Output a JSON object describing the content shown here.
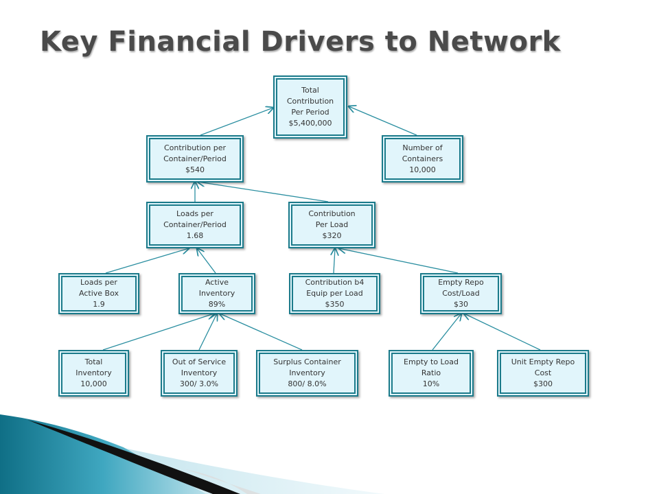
{
  "title": "Key Financial Drivers to Network",
  "colors": {
    "node_border": "#1a7a8a",
    "node_fill": "#e1f5fb",
    "connector": "#2a8ea0",
    "title": "#4a4a4a"
  },
  "nodes": {
    "total_contribution": {
      "label": "Total\nContribution\nPer Period\n$5,400,000"
    },
    "contribution_per_container": {
      "label": "Contribution per\nContainer/Period\n$540"
    },
    "number_of_containers": {
      "label": "Number of\nContainers\n10,000"
    },
    "loads_per_container": {
      "label": "Loads per\nContainer/Period\n1.68"
    },
    "contribution_per_load": {
      "label": "Contribution\nPer Load\n$320"
    },
    "loads_per_active_box": {
      "label": "Loads per\nActive Box\n1.9"
    },
    "active_inventory": {
      "label": "Active\nInventory\n89%"
    },
    "contribution_b4_equip": {
      "label": "Contribution b4\nEquip per Load\n$350"
    },
    "empty_repo_cost_load": {
      "label": "Empty Repo\nCost/Load\n$30"
    },
    "total_inventory": {
      "label": "Total\nInventory\n10,000"
    },
    "out_of_service": {
      "label": "Out of Service\nInventory\n300/ 3.0%"
    },
    "surplus_container": {
      "label": "Surplus Container\nInventory\n800/ 8.0%"
    },
    "empty_to_load_ratio": {
      "label": "Empty to Load\nRatio\n10%"
    },
    "unit_empty_repo_cost": {
      "label": "Unit Empty Repo\nCost\n$300"
    }
  }
}
